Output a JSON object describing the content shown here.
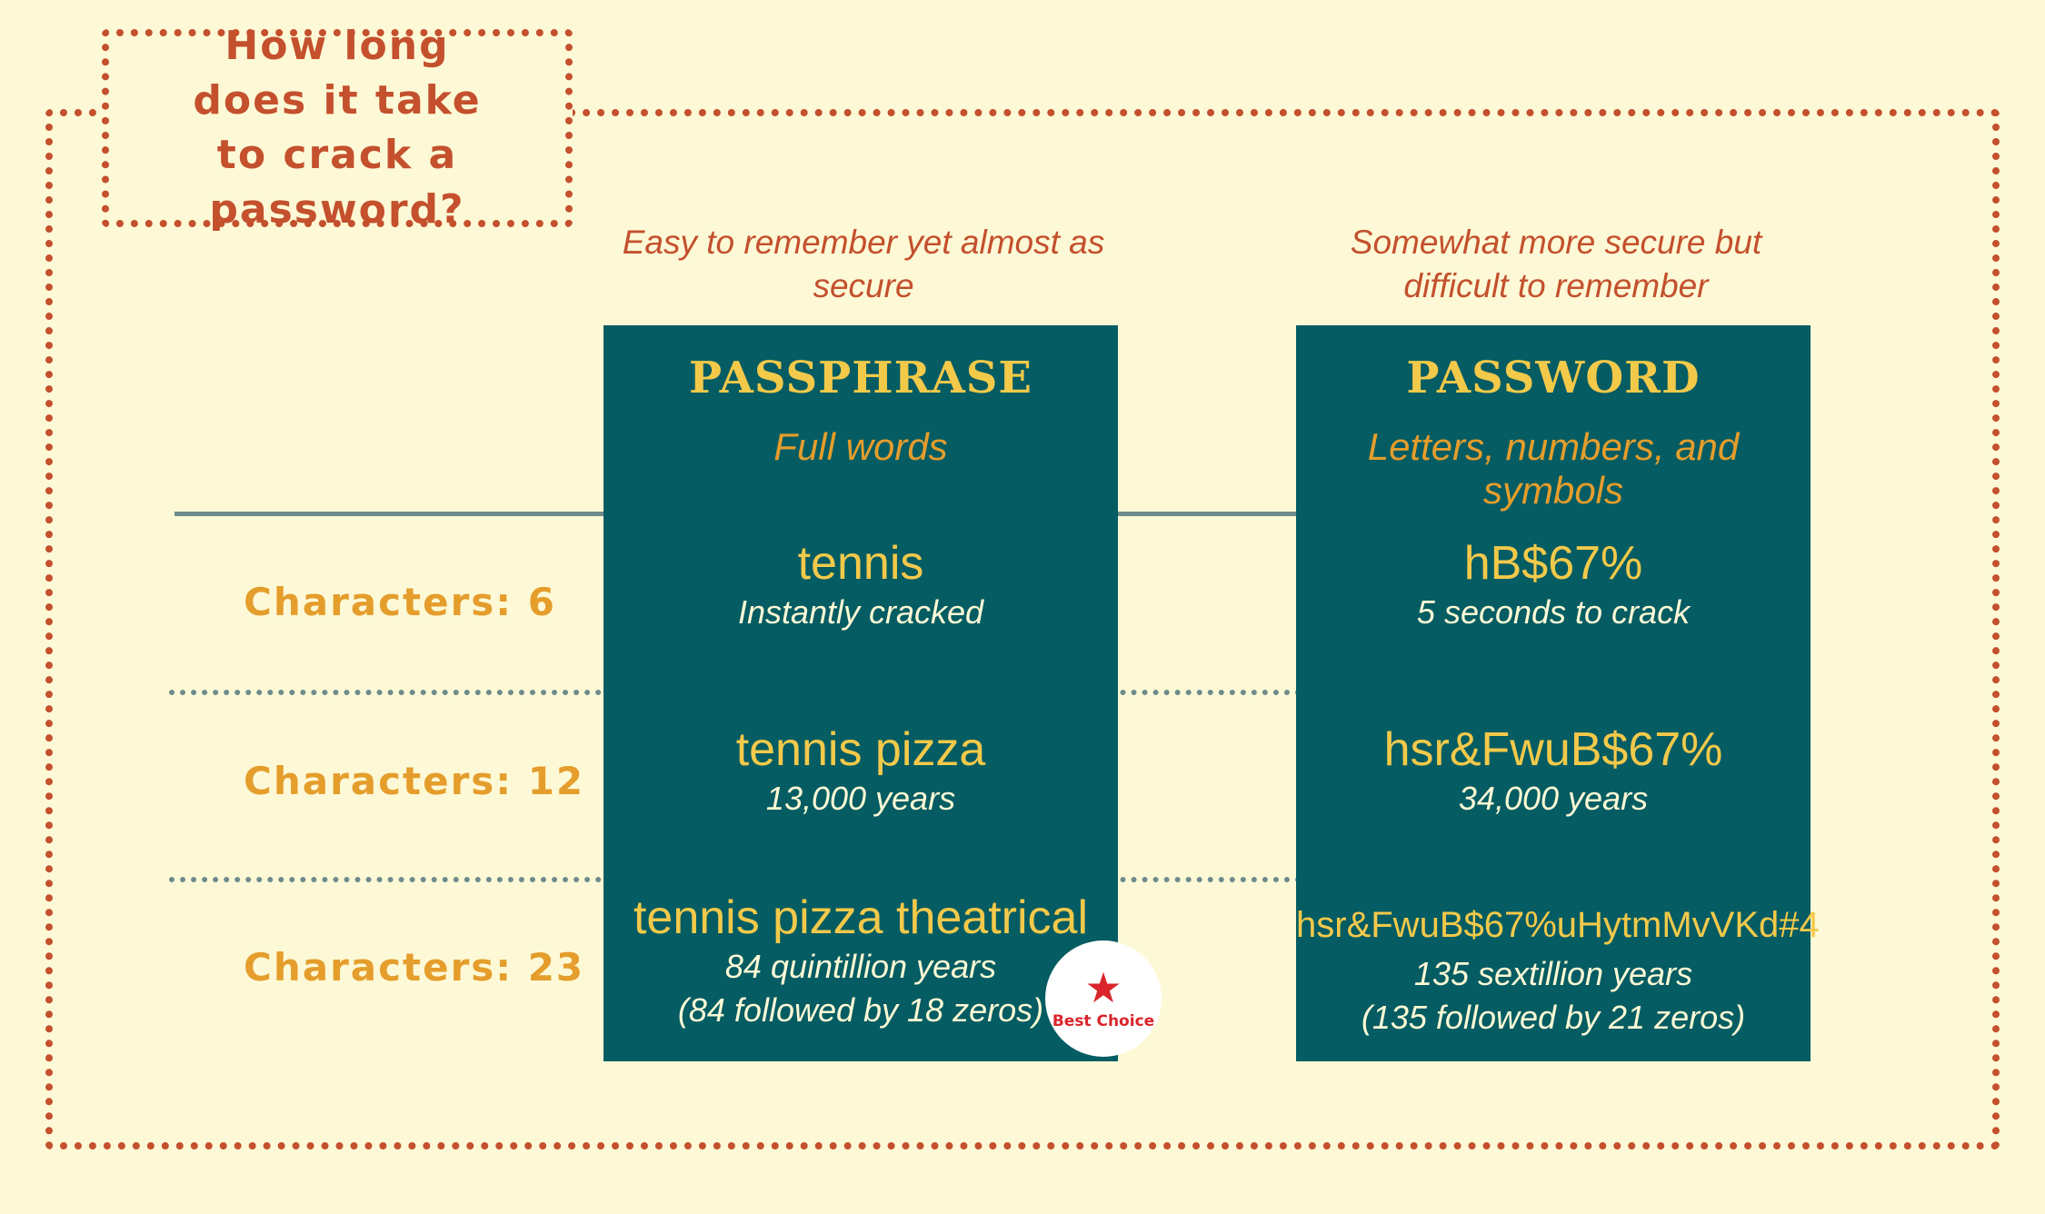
{
  "title": "How long does it take to crack a password?",
  "columns": [
    {
      "tagline": "Easy to remember yet almost as secure",
      "heading": "PASSPHRASE",
      "subheading": "Full words",
      "rows": [
        {
          "value": "tennis",
          "note1": "Instantly cracked",
          "note2": ""
        },
        {
          "value": "tennis pizza",
          "note1": "13,000 years",
          "note2": ""
        },
        {
          "value": "tennis pizza theatrical",
          "note1": "84 quintillion years",
          "note2": "(84 followed by 18 zeros)"
        }
      ]
    },
    {
      "tagline": "Somewhat more secure but difficult to remember",
      "heading": "PASSWORD",
      "subheading": "Letters, numbers, and symbols",
      "rows": [
        {
          "value": "hB$67%",
          "note1": "5 seconds to crack",
          "note2": ""
        },
        {
          "value": "hsr&FwuB$67%",
          "note1": "34,000 years",
          "note2": ""
        },
        {
          "value": "hsr&FwuB$67%uHytmMvVKd#4",
          "note1": "135 sextillion years",
          "note2": "(135 followed by 21 zeros)"
        }
      ]
    }
  ],
  "row_labels": [
    "Characters: 6",
    "Characters: 12",
    "Characters: 23"
  ],
  "badge": {
    "label": "Best Choice",
    "icon": "star-icon"
  },
  "colors": {
    "background": "#fdf9d6",
    "accent": "#c4502d",
    "panel": "#055c62",
    "highlight": "#f3c94a",
    "label": "#e59d2c"
  }
}
